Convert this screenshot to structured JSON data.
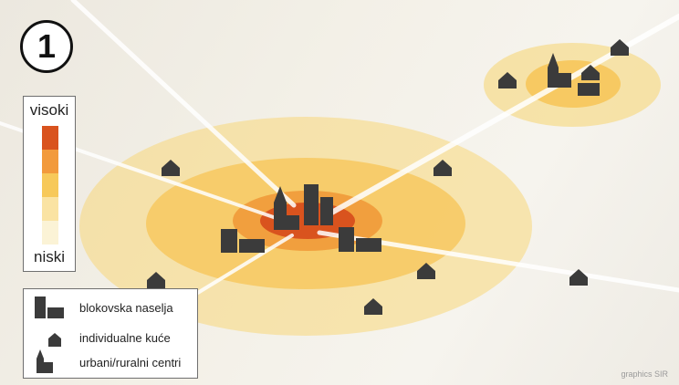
{
  "panel_number": "1",
  "scale": {
    "high_label": "visoki",
    "low_label": "niski",
    "colors": [
      "#d9531e",
      "#f29a3c",
      "#f7c95a",
      "#fae3a3",
      "#fbf3d6"
    ]
  },
  "legend": {
    "items": [
      {
        "label": "blokovska naselja",
        "icon": "block-buildings-icon"
      },
      {
        "label": "individualne kuće",
        "icon": "house-icon"
      },
      {
        "label": "urbani/ruralni centri",
        "icon": "church-icon"
      }
    ]
  },
  "credit": "graphics  SIR",
  "colors": {
    "building": "#3b3b3b",
    "ring_outer": "#f7d77a",
    "ring_mid": "#f7c456",
    "ring_core": "#ef9a3a",
    "ring_center": "#d9531e",
    "road": "#ffffff"
  }
}
